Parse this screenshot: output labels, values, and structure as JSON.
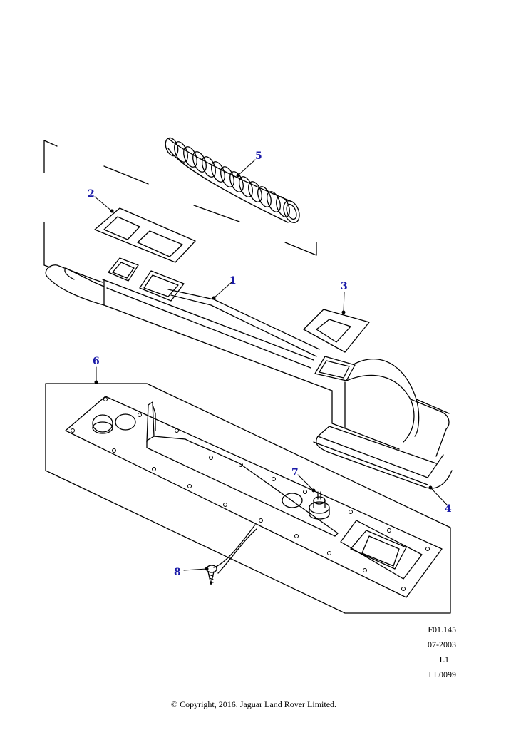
{
  "colors": {
    "line": "#000000",
    "callout_text": "#1a1aa8",
    "background": "#ffffff"
  },
  "callouts": [
    {
      "id": "1",
      "label": "1"
    },
    {
      "id": "2",
      "label": "2"
    },
    {
      "id": "3",
      "label": "3"
    },
    {
      "id": "4",
      "label": "4"
    },
    {
      "id": "5",
      "label": "5"
    },
    {
      "id": "6",
      "label": "6"
    },
    {
      "id": "7",
      "label": "7"
    },
    {
      "id": "8",
      "label": "8"
    }
  ],
  "reference": {
    "figure": "F01.145",
    "date": "07-2003",
    "issue": "L1",
    "drawing": "LL0099"
  },
  "copyright": "© Copyright, 2016. Jaguar Land Rover Limited."
}
